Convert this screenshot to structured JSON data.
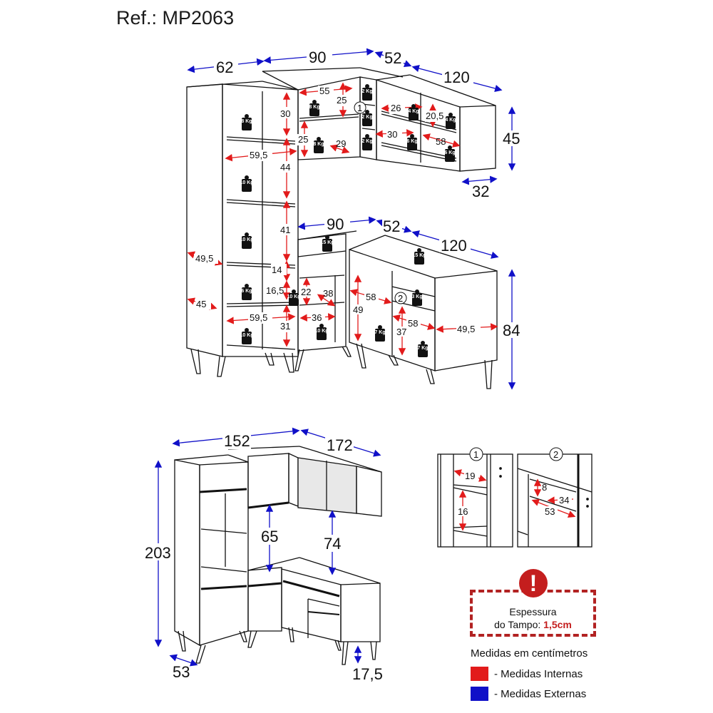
{
  "header": {
    "title": "Ref.: MP2063"
  },
  "colors": {
    "internal": "#e21b1b",
    "external": "#1010c8",
    "warning": "#c41e1e",
    "line": "#111111"
  },
  "top_view": {
    "external_dims": {
      "tower_width": "62",
      "upper_middle_width": "90",
      "upper_corner": "52",
      "upper_side_width": "120",
      "upper_height": "45",
      "upper_depth": "32",
      "base_middle_width": "90",
      "base_corner": "52",
      "base_side_width": "120",
      "base_height": "84"
    },
    "internal_dims": {
      "tower": [
        "30",
        "59,5",
        "44",
        "41",
        "14",
        "16,5",
        "59,5",
        "31",
        "49,5",
        "45"
      ],
      "upper_middle": [
        "55",
        "25",
        "25",
        "29"
      ],
      "upper_side": [
        "26",
        "20,5",
        "30",
        "58"
      ],
      "base_middle": [
        "22",
        "38",
        "36"
      ],
      "base_side": [
        "58",
        "49",
        "58",
        "37",
        "49,5"
      ]
    },
    "weights": {
      "tower": [
        "8 Kg",
        "10 Kg",
        "10 Kg",
        "6 Kg",
        "10 Kg"
      ],
      "upper_middle": [
        "8 Kg",
        "8 Kg"
      ],
      "upper_corner": [
        "2 Kg",
        "2 Kg",
        "2 Kg"
      ],
      "upper_side": [
        "4 Kg",
        "4 Kg",
        "6 Kg",
        "6 Kg"
      ],
      "base_top": [
        "15 Kg",
        "15 Kg"
      ],
      "base_middle": [
        "10 Kg",
        "10 Kg"
      ],
      "base_side": [
        "3 Kg",
        "7 Kg",
        "7 Kg"
      ]
    },
    "callouts": [
      "1",
      "2"
    ]
  },
  "front_view": {
    "dims": {
      "total_width": "152",
      "side_width": "172",
      "height": "203",
      "gap_left": "65",
      "gap_right": "74",
      "depth": "53",
      "leg_height": "17,5"
    }
  },
  "details": [
    {
      "id": "1",
      "dims": [
        "19",
        "16"
      ]
    },
    {
      "id": "2",
      "dims": [
        "8",
        "34",
        "53"
      ]
    }
  ],
  "legend": {
    "warning_line1": "Espessura",
    "warning_line2": "do Tampo: ",
    "warning_value": "1,5cm",
    "units": "Medidas em centímetros",
    "internal": "- Medidas Internas",
    "external": "- Medidas Externas"
  }
}
